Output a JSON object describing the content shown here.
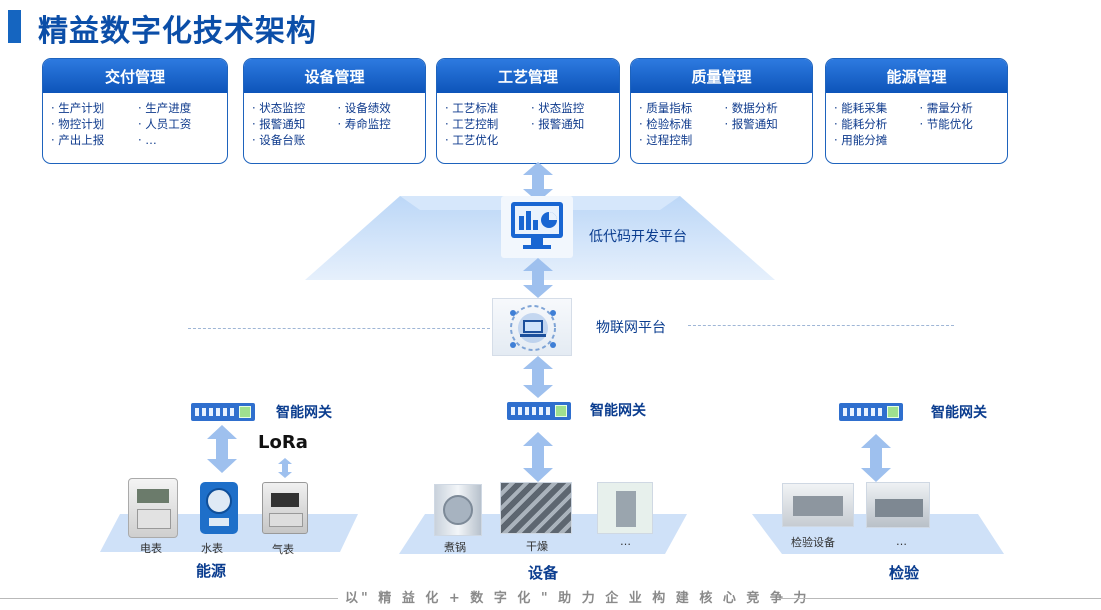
{
  "title": "精益数字化技术架构",
  "modules": [
    {
      "name": "交付管理",
      "items": [
        "· 生产计划",
        "· 生产进度",
        "· 物控计划",
        "· 人员工资",
        "· 产出上报",
        "· …"
      ]
    },
    {
      "name": "设备管理",
      "items": [
        "· 状态监控",
        "· 设备绩效",
        "· 报警通知",
        "· 寿命监控",
        "· 设备台账",
        ""
      ]
    },
    {
      "name": "工艺管理",
      "items": [
        "· 工艺标准",
        "· 状态监控",
        "· 工艺控制",
        "· 报警通知",
        "· 工艺优化",
        ""
      ]
    },
    {
      "name": "质量管理",
      "items": [
        "· 质量指标",
        "· 数据分析",
        "· 检验标准",
        "· 报警通知",
        "· 过程控制",
        ""
      ]
    },
    {
      "name": "能源管理",
      "items": [
        "· 能耗采集",
        "· 需量分析",
        "· 能耗分析",
        "· 节能优化",
        "· 用能分摊",
        ""
      ]
    }
  ],
  "platforms": {
    "lowcode": "低代码开发平台",
    "iot": "物联网平台"
  },
  "gateways": {
    "label": "智能网关"
  },
  "lora_label": "LoRa",
  "groups": {
    "energy": {
      "label": "能源",
      "devices": [
        "电表",
        "水表",
        "气表"
      ]
    },
    "equipment": {
      "label": "设备",
      "devices": [
        "煮锅",
        "干燥",
        "…"
      ]
    },
    "inspection": {
      "label": "检验",
      "devices": [
        "检验设备",
        "…"
      ]
    }
  },
  "footer": "以\" 精 益 化 + 数 字 化 \" 助 力 企 业 构 建 核 心 竞 争 力",
  "colors": {
    "primary": "#0d54b9",
    "title": "#0b4ea8",
    "arrow": "#9ec0ee",
    "platform": "#d4e6fb"
  }
}
